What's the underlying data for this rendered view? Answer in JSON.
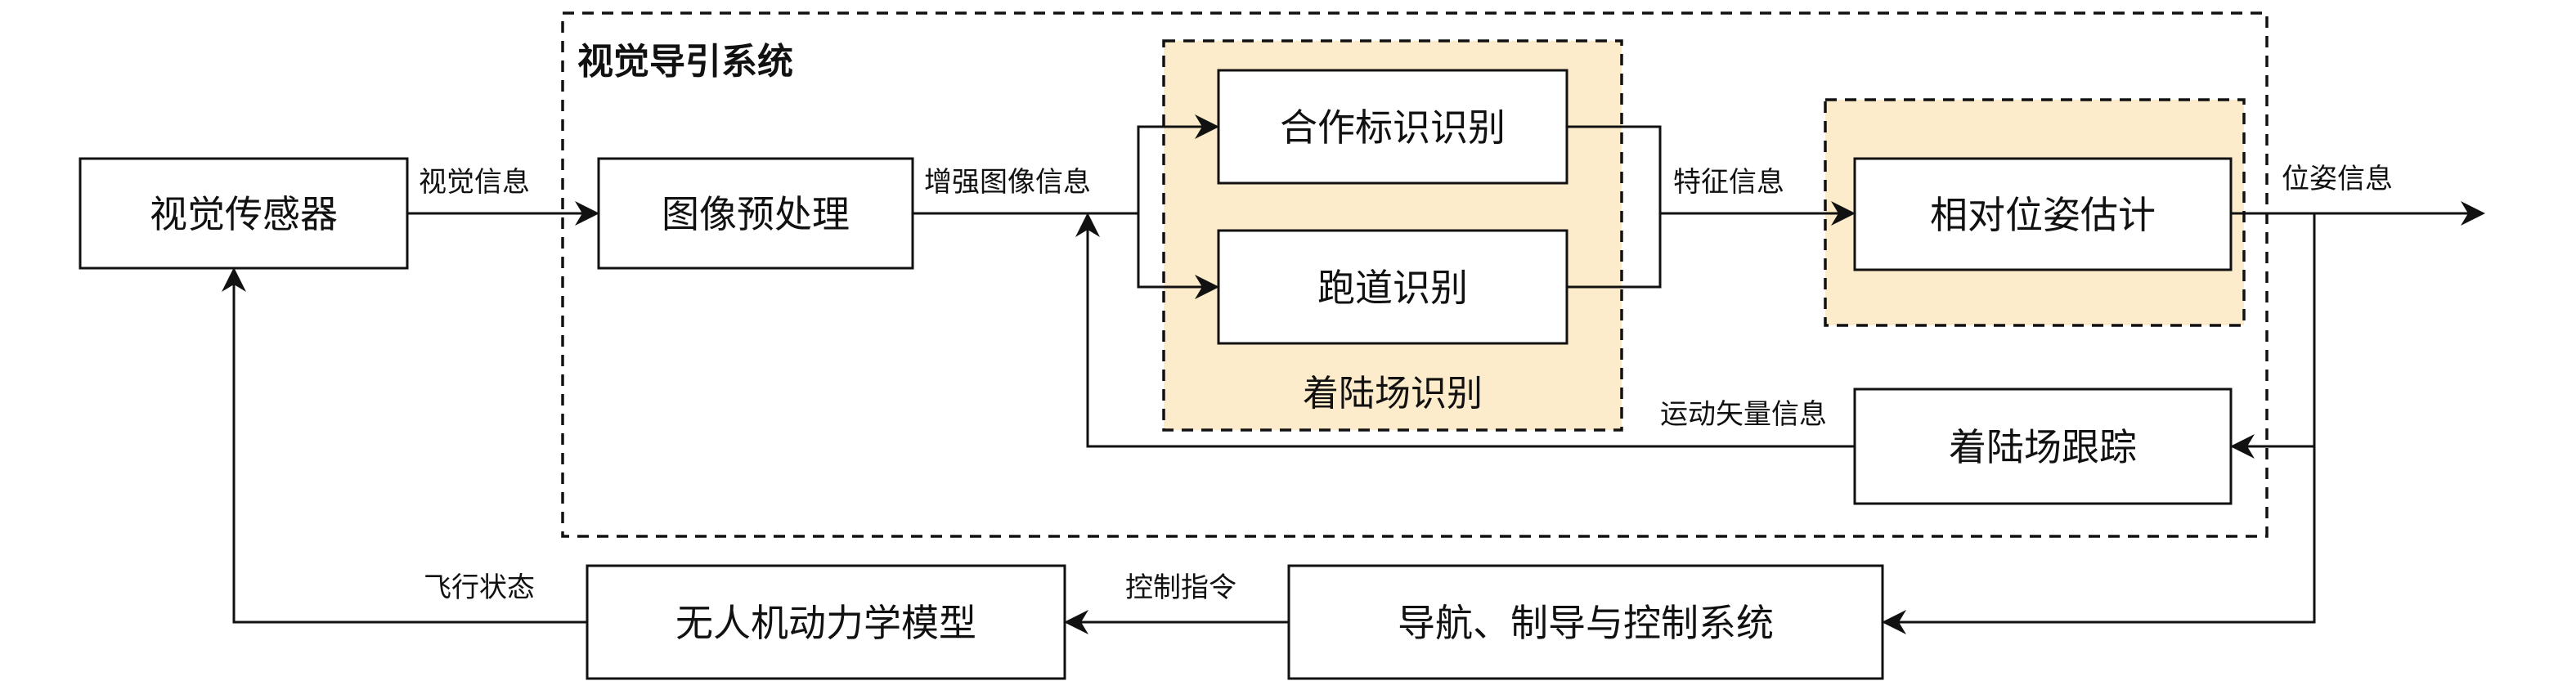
{
  "system_title": "视觉导引系统",
  "nodes": {
    "sensor": "视觉传感器",
    "preprocess": "图像预处理",
    "marker": "合作标识识别",
    "runway": "跑道识别",
    "pose": "相对位姿估计",
    "tracking": "着陆场跟踪",
    "gnc": "导航、制导与控制系统",
    "uav": "无人机动力学模型"
  },
  "groups": {
    "landing_recognition": "着陆场识别"
  },
  "edges": {
    "visual_info": "视觉信息",
    "enhanced_image": "增强图像信息",
    "feature_info": "特征信息",
    "pose_info": "位姿信息",
    "motion_vector": "运动矢量信息",
    "control_cmd": "控制指令",
    "flight_state": "飞行状态"
  }
}
